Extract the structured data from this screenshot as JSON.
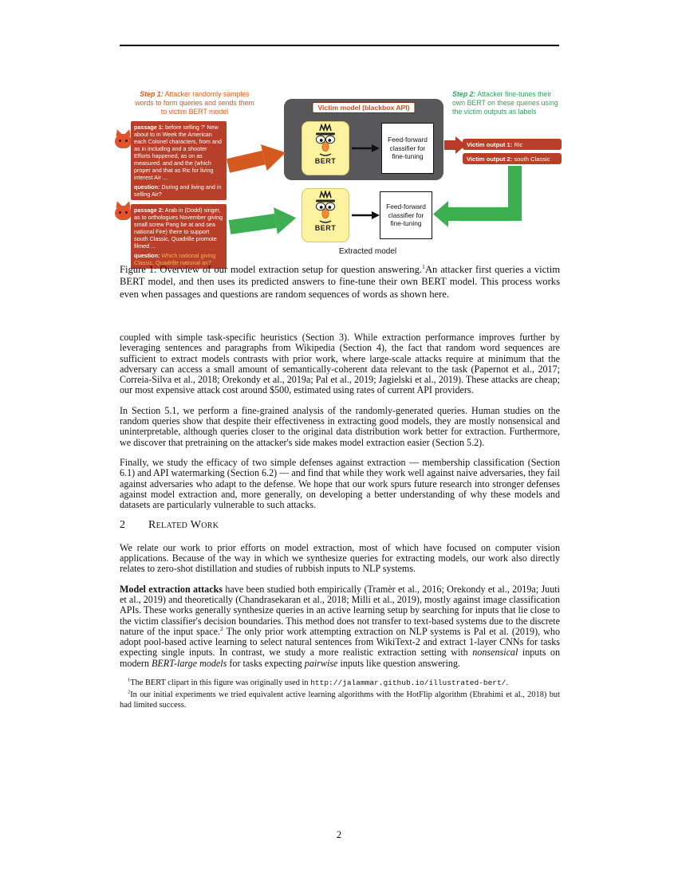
{
  "page": {
    "number": "2"
  },
  "figure": {
    "step1_label": "Step 1:",
    "step1_text": " Attacker randomly samples words to form queries and sends them to victim BERT model",
    "step2_label": "Step 2:",
    "step2_text": " Attacker fine-tunes their own BERT on these queries using the victim outputs as labels",
    "victim_title": "Victim model (blackbox API)",
    "bert_label": "BERT",
    "classifier_text": "Feed-forward classifier for fine-tuning",
    "extracted_label": "Extracted model",
    "passage1_label": "passage 1:",
    "passage1_text": " before selling ?' New about to in Week the American each Colonel characters, from and as in including and a shooter Efforts happened, as on as measured. and and the (which proper and that as Ric for living interest Air ...",
    "question1_label": "question:",
    "question1_text": " During and living and in selling Air?",
    "passage2_label": "passage 2:",
    "passage2_text": " Arab in (Dodd) singer, as to orthologues November giving small screw Pang be at and sea national Fire) there to support south Classic, Quadrille promote filmed ...",
    "question2_label": "question:",
    "question2_text": " Which national giving Classic, Quadrille national as?",
    "output1_label": "Victim output 1:",
    "output1_value": " Ric",
    "output2_label": "Victim output 2:",
    "output2_value": " south Classic",
    "colors": {
      "step1_orange": "#d95a1e",
      "step2_green": "#35a256",
      "passage_red": "#b8402a",
      "victim_gray": "#58585a",
      "bert_yellow": "#fdf2a0",
      "arrow_green": "#3dae52",
      "arrow_orange": "#d55a20",
      "arrow_red": "#bb3928"
    }
  },
  "caption": {
    "part1": "Figure 1: Overview of our model extraction setup for question answering.",
    "footnote_mark": "1",
    "part2": "An attacker first queries a victim BERT model, and then uses its predicted answers to fine-tune their own BERT model. This process works even when passages and questions are random sequences of words as shown here."
  },
  "body": {
    "p1": "coupled with simple task-specific heuristics (Section 3). While extraction performance improves further by leveraging sentences and paragraphs from Wikipedia (Section 4), the fact that random word sequences are sufficient to extract models contrasts with prior work, where large-scale attacks require at minimum that the adversary can access a small amount of semantically-coherent data relevant to the task (Papernot et al., 2017; Correia-Silva et al., 2018; Orekondy et al., 2019a; Pal et al., 2019; Jagielski et al., 2019). These attacks are cheap; our most expensive attack cost around $500, estimated using rates of current API providers.",
    "p2": "In Section 5.1, we perform a fine-grained analysis of the randomly-generated queries. Human studies on the random queries show that despite their effectiveness in extracting good models, they are mostly nonsensical and uninterpretable, although queries closer to the original data distribution work better for extraction. Furthermore, we discover that pretraining on the attacker's side makes model extraction easier (Section 5.2).",
    "p3": "Finally, we study the efficacy of two simple defenses against extraction — membership classification (Section 6.1) and API watermarking (Section 6.2) — and find that while they work well against naive adversaries, they fail against adversaries who adapt to the defense. We hope that our work spurs future research into stronger defenses against model extraction and, more generally, on developing a better understanding of why these models and datasets are particularly vulnerable to such attacks.",
    "section_number": "2",
    "section_title": "Related Work",
    "p4": "We relate our work to prior efforts on model extraction, most of which have focused on computer vision applications. Because of the way in which we synthesize queries for extracting models, our work also directly relates to zero-shot distillation and studies of rubbish inputs to NLP systems.",
    "p5_lead": "Model extraction attacks",
    "p5_s1": " have been studied both empirically (Tramèr et al., 2016; Orekondy et al., 2019a; Juuti et al., 2019) and theoretically (Chandrasekaran et al., 2018; Milli et al., 2019), mostly against image classification APIs. These works generally synthesize queries in an active learning setup by searching for inputs that lie close to the victim classifier's decision boundaries. This method does not transfer to text-based systems due to the discrete nature of the input space.",
    "p5_sup": "2",
    "p5_s2": " The only prior work attempting extraction on NLP systems is Pal et al. (2019), who adopt pool-based active learning to select natural sentences from WikiText-2 and extract 1-layer CNNs for tasks expecting single inputs. In contrast, we study a more realistic extraction setting with ",
    "p5_i1": "nonsensical",
    "p5_s3": " inputs on modern ",
    "p5_i2": "BERT-large models",
    "p5_s4": " for tasks expecting ",
    "p5_i3": "pairwise",
    "p5_s5": " inputs like question answering."
  },
  "footnotes": {
    "fn1_mark": "1",
    "fn1_text": "The BERT clipart in this figure was originally used in ",
    "fn1_url": "http://jalammar.github.io/illustrated-bert/",
    "fn1_tail": ".",
    "fn2_mark": "2",
    "fn2_text": "In our initial experiments we tried equivalent active learning algorithms with the HotFlip algorithm (Ebrahimi et al., 2018) but had limited success."
  }
}
